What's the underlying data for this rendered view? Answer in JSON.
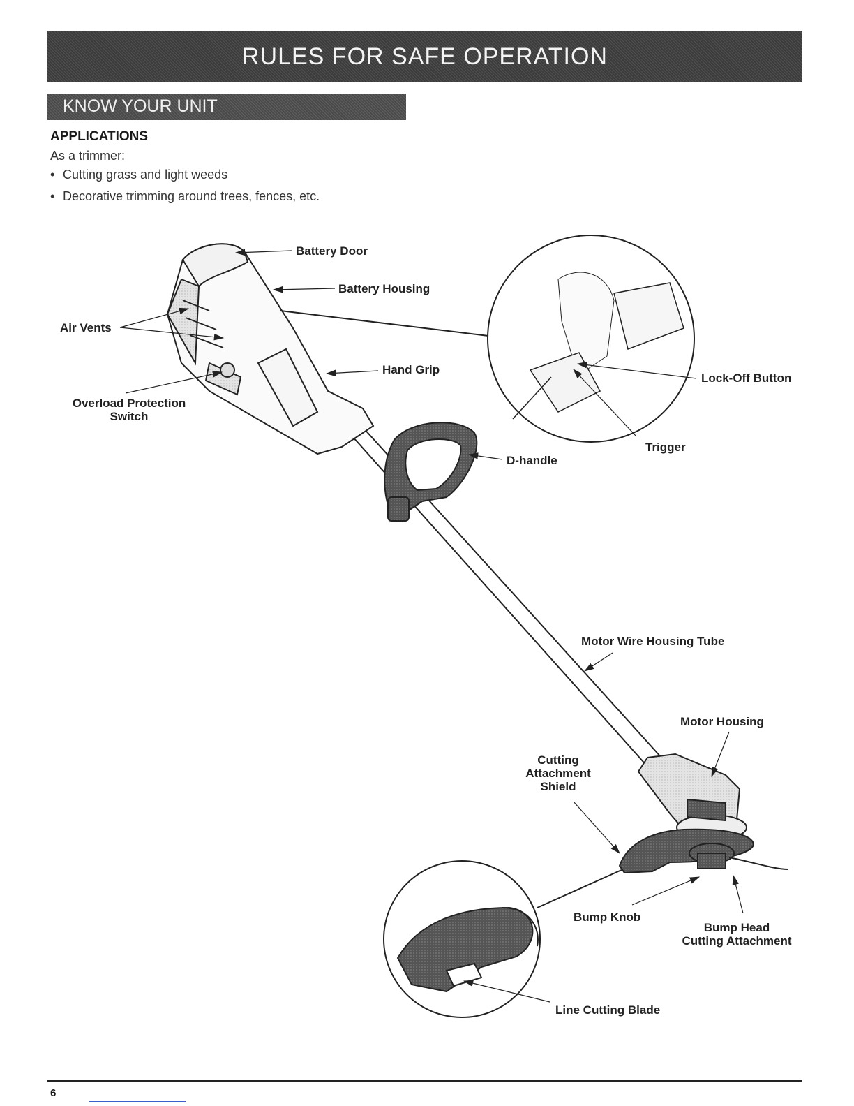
{
  "header": {
    "banner_title": "RULES FOR SAFE OPERATION",
    "section_bar": "KNOW YOUR UNIT"
  },
  "applications": {
    "heading": "APPLICATIONS",
    "intro": "As a trimmer:",
    "bullets": [
      "Cutting grass and light weeds",
      "Decorative trimming around trees, fences, etc."
    ]
  },
  "diagram": {
    "labels": {
      "battery_door": "Battery Door",
      "battery_housing": "Battery Housing",
      "air_vents": "Air Vents",
      "hand_grip": "Hand Grip",
      "overload_line1": "Overload Protection",
      "overload_line2": "Switch",
      "lock_off_button": "Lock-Off Button",
      "trigger": "Trigger",
      "d_handle": "D-handle",
      "motor_wire_housing_tube": "Motor Wire Housing Tube",
      "motor_housing": "Motor Housing",
      "shield_line1": "Cutting",
      "shield_line2": "Attachment",
      "shield_line3": "Shield",
      "bump_knob": "Bump Knob",
      "bump_head_line1": "Bump Head",
      "bump_head_line2": "Cutting Attachment",
      "line_cutting_blade": "Line Cutting Blade"
    }
  },
  "footer": {
    "page_number": "6"
  }
}
